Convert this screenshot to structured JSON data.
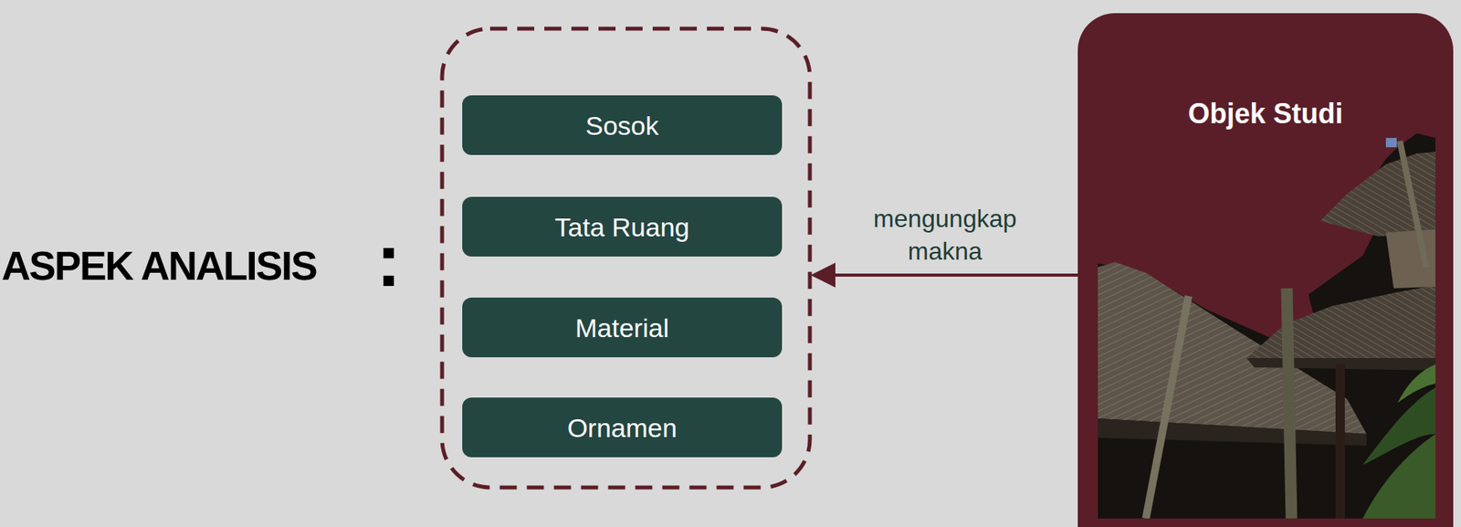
{
  "diagram": {
    "title": "ASPEK ANALISIS",
    "nodes": [
      {
        "text": []
      },
      {
        "text": [
          "Sosok"
        ],
        "in": 0
      },
      {
        "text": [
          "Tata Ruang"
        ],
        "in": 0
      },
      {
        "text": [
          "Material"
        ],
        "in": 0
      },
      {
        "text": [
          "Ornamen"
        ],
        "in": 0
      },
      {
        "text": [
          "Objek Studi"
        ]
      }
    ],
    "edges": [
      {
        "from": 5,
        "to": 0,
        "label": "mengungkap makna",
        "arrow": "to"
      }
    ],
    "labels": [
      ":"
    ]
  }
}
